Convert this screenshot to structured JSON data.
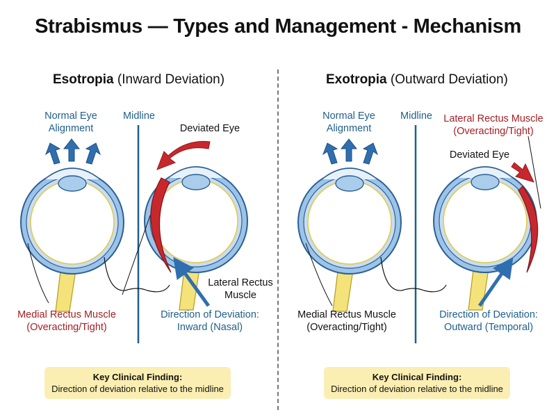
{
  "title": "Strabismus — Types and Management - Mechanism",
  "esotropia": {
    "name": "Esotropia",
    "subtitle": "(Inward Deviation)",
    "normal_eye": "Normal Eye\nAlignment",
    "midline": "Midline",
    "deviated_eye": "Deviated Eye",
    "medial_rectus": "Medial Rectus Muscle\n(Overacting/Tight)",
    "lateral_rectus": "Lateral Rectus\nMuscle",
    "direction": "Direction of Deviation:\nInward (Nasal)",
    "note_title": "Key Clinical Finding:",
    "note_text": "Direction of deviation relative to the midline"
  },
  "exotropia": {
    "name": "Exotropia",
    "subtitle": "(Outward Deviation)",
    "normal_eye": "Normal Eye\nAlignment",
    "midline": "Midline",
    "lateral_rectus": "Lateral Rectus Muscle\n(Overacting/Tight)",
    "deviated_eye": "Deviated Eye",
    "medial_rectus": "Medial Rectus Muscle\n(Overacting/Tight)",
    "direction": "Direction of Deviation:\nOutward (Temporal)",
    "note_title": "Key Clinical Finding:",
    "note_text": "Direction of deviation relative to the midline"
  },
  "colors": {
    "accent_blue": "#1f5f8b",
    "muscle_red": "#c8282c",
    "eye_blue": "#6aa3d6",
    "note_yellow": "#fbeeb2",
    "nerve_yellow": "#f4e27a"
  },
  "icons": [
    "up-arrow-icon",
    "curved-red-arrow-icon",
    "diagonal-blue-arrow-icon"
  ]
}
